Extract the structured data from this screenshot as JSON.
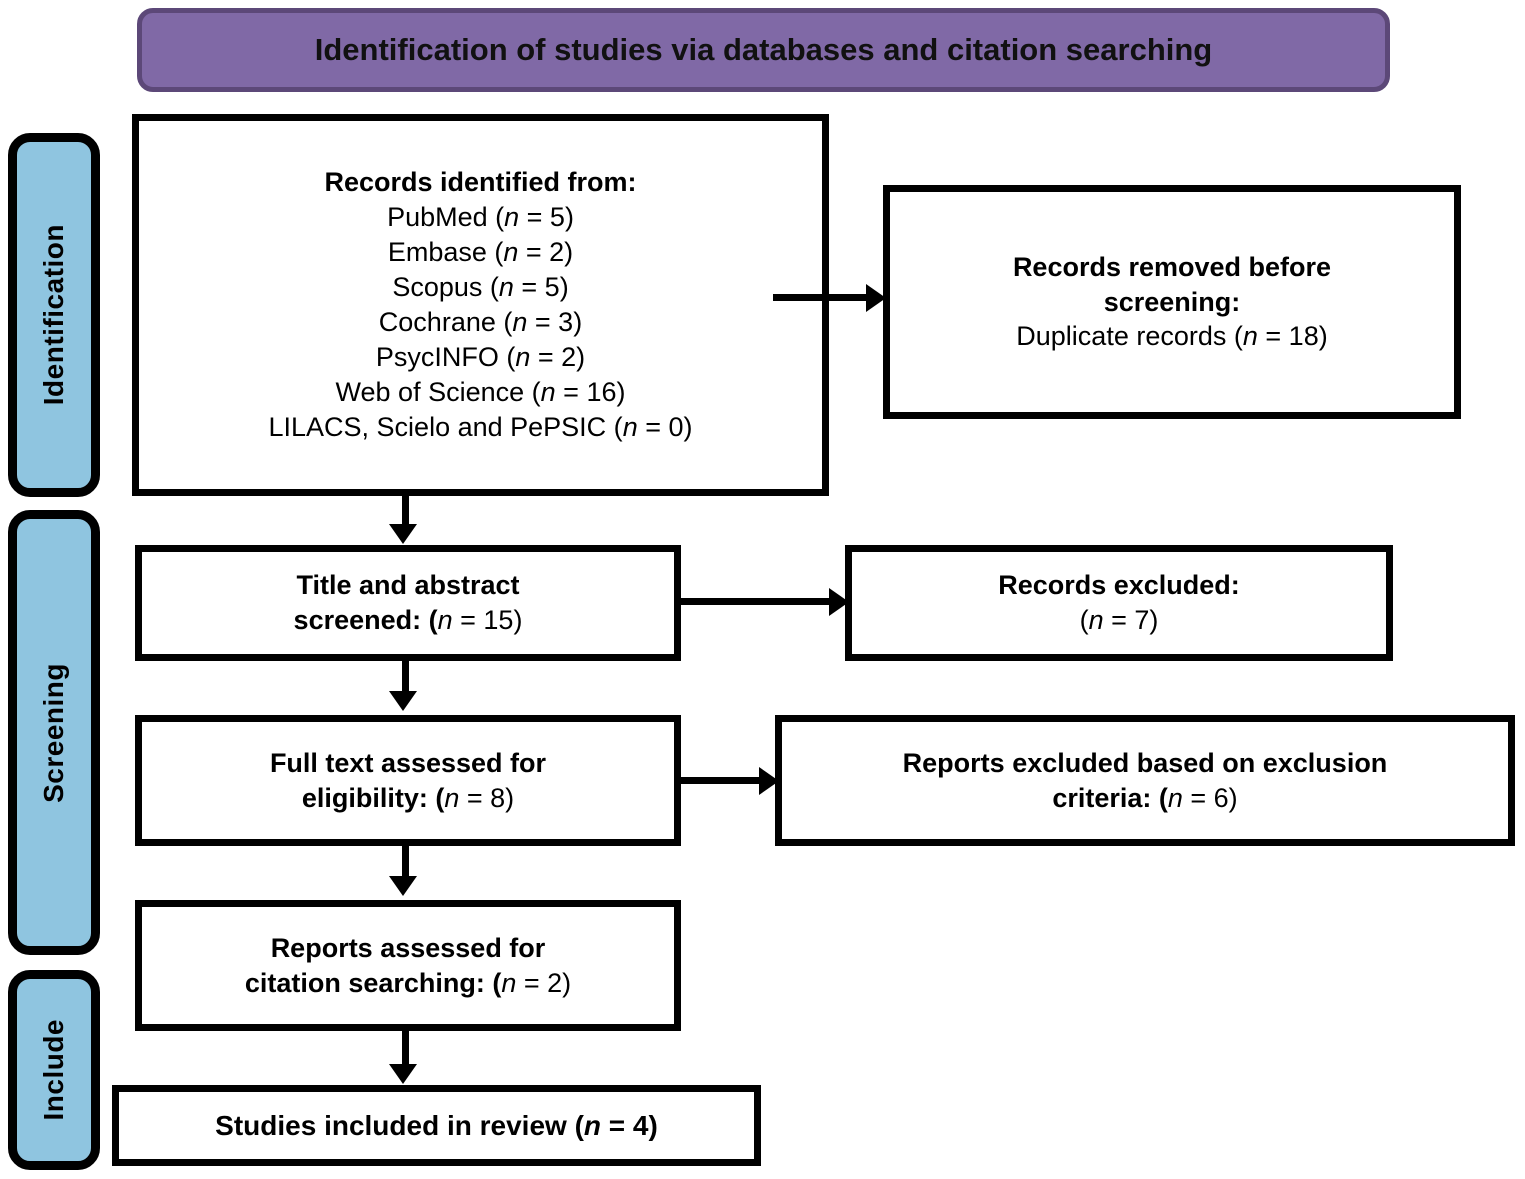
{
  "header": {
    "title": "Identification of studies via databases and citation searching",
    "fill_color": "#8069a6",
    "border_color": "#5c4878"
  },
  "sidebar": {
    "fill_color": "#8fc5e0",
    "items": [
      {
        "id": "identification",
        "label": "Identification"
      },
      {
        "id": "screening",
        "label": "Screening"
      },
      {
        "id": "include",
        "label": "Include"
      }
    ]
  },
  "boxes": {
    "identified": {
      "heading": "Records identified from:",
      "sources": [
        {
          "name": "PubMed",
          "n_prefix": "(",
          "n_label": "n",
          "n_value": "= 5)",
          "text": "PubMed (n = 5)"
        },
        {
          "name": "Embase",
          "text": "Embase (n = 2)"
        },
        {
          "name": "Scopus",
          "text": "Scopus (n = 5)"
        },
        {
          "name": "Cochrane",
          "text": "Cochrane (n = 3)"
        },
        {
          "name": "PsycINFO",
          "text": "PsycINFO (n = 2)"
        },
        {
          "name": "Web of Science",
          "text": "Web of Science (n = 16)"
        },
        {
          "name": "LILACS, Scielo and PePSIC",
          "text": "LILACS, Scielo and PePSIC (n = 0)"
        }
      ],
      "lines": [
        {
          "pre": "PubMed (",
          "n": "n",
          "post": " = 5)"
        },
        {
          "pre": "Embase (",
          "n": "n",
          "post": " = 2)"
        },
        {
          "pre": "Scopus (",
          "n": "n",
          "post": " = 5)"
        },
        {
          "pre": "Cochrane (",
          "n": "n",
          "post": " = 3)"
        },
        {
          "pre": "PsycINFO (",
          "n": "n",
          "post": " = 2)"
        },
        {
          "pre": "Web of Science (",
          "n": "n",
          "post": " = 16)"
        },
        {
          "pre": "LILACS, Scielo and PePSIC (",
          "n": "n",
          "post": " = 0)"
        }
      ]
    },
    "removed": {
      "heading_line1": "Records removed before",
      "heading_line2": "screening:",
      "detail_pre": "Duplicate records (",
      "detail_n": "n",
      "detail_post": " = 18)",
      "detail_text": "Duplicate records (n = 18)"
    },
    "screened": {
      "line1": "Title and abstract",
      "line2_pre": "screened: (",
      "line2_n": "n",
      "line2_post": " = 15)",
      "full_text": "Title and abstract screened: (n = 15)"
    },
    "records_excluded": {
      "heading": "Records excluded:",
      "detail_pre": "(",
      "detail_n": "n",
      "detail_post": " = 7)",
      "detail_text": "(n = 7)"
    },
    "fulltext": {
      "line1": "Full text assessed for",
      "line2_pre": "eligibility: (",
      "line2_n": "n",
      "line2_post": " = 8)",
      "full_text": "Full text assessed for eligibility: (n = 8)"
    },
    "reports_excluded": {
      "line1": "Reports excluded based on exclusion",
      "line2_pre": "criteria: (",
      "line2_n": "n",
      "line2_post": " = 6)",
      "full_text": "Reports excluded based on exclusion criteria: (n = 6)"
    },
    "citation": {
      "line1": "Reports assessed for",
      "line2_pre": "citation searching: (",
      "line2_n": "n",
      "line2_post": " = 2)",
      "full_text": "Reports assessed for citation searching: (n = 2)"
    },
    "included": {
      "pre": "Studies included in review (",
      "n": "n",
      "post": " = 4)",
      "full_text": "Studies included in review (n = 4)"
    }
  },
  "connectors": [
    {
      "id": "identified-to-screened",
      "direction": "down"
    },
    {
      "id": "screened-to-fulltext",
      "direction": "down"
    },
    {
      "id": "fulltext-to-citation",
      "direction": "down"
    },
    {
      "id": "citation-to-included",
      "direction": "down"
    },
    {
      "id": "identified-to-removed",
      "direction": "right"
    },
    {
      "id": "screened-to-records-excluded",
      "direction": "right"
    },
    {
      "id": "fulltext-to-reports-excluded",
      "direction": "right"
    }
  ]
}
